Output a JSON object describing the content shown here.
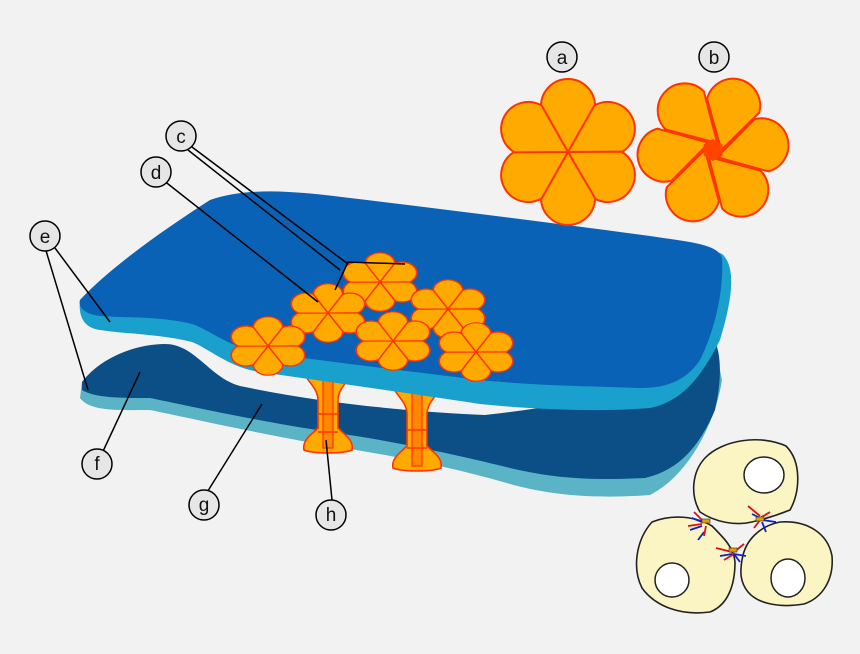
{
  "labels": {
    "a": "a",
    "b": "b",
    "c": "c",
    "d": "d",
    "e": "e",
    "f": "f",
    "g": "g",
    "h": "h"
  },
  "colors": {
    "background": "#f2f2f2",
    "upper_membrane_top": "#0a62b6",
    "upper_membrane_edge": "#1aa0cc",
    "lower_membrane_top": "#0b4f86",
    "lower_membrane_edge": "#5ab4c6",
    "connexon_fill": "#ffaa00",
    "connexon_stroke": "#ff3300",
    "channel_fill": "#ff8800",
    "pore_fill": "#ff4400",
    "cell_fill": "#fbf5c4",
    "cell_stroke": "#222222",
    "nucleus_fill": "#ffffff",
    "leader_line": "#000000",
    "label_circle_fill": "#e6e6e6",
    "junction_red": "#e01010",
    "junction_blue": "#1020d0"
  },
  "icons": {
    "closed_connexon": "connexon-closed-icon",
    "open_connexon": "connexon-open-icon",
    "gap_junction_channel": "gap-junction-channel-icon",
    "cell_cluster": "cell-cluster-icon"
  }
}
